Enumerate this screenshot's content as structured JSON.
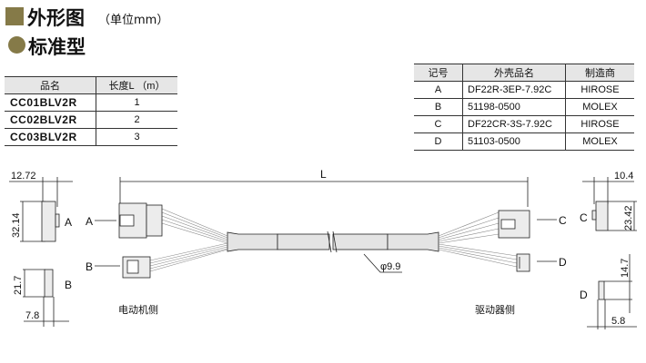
{
  "header": {
    "title": "外形图",
    "unit": "（单位mm）",
    "subtitle": "标准型",
    "accent": "#857a48"
  },
  "length_table": {
    "headers": [
      "品名",
      "长度L （m）"
    ],
    "rows": [
      [
        "CC01BLV2R",
        "1"
      ],
      [
        "CC02BLV2R",
        "2"
      ],
      [
        "CC03BLV2R",
        "3"
      ]
    ]
  },
  "connector_table": {
    "headers": [
      "记号",
      "外壳品名",
      "制造商"
    ],
    "rows": [
      [
        "A",
        "DF22R-3EP-7.92C",
        "HIROSE"
      ],
      [
        "B",
        "51198-0500",
        "MOLEX"
      ],
      [
        "C",
        "DF22CR-3S-7.92C",
        "HIROSE"
      ],
      [
        "D",
        "51103-0500",
        "MOLEX"
      ]
    ]
  },
  "diagram": {
    "length_label": "L",
    "diameter": "φ9.9",
    "motor_side": "电动机侧",
    "driver_side": "驱动器侧",
    "labels": {
      "a": "A",
      "b": "B",
      "c": "C",
      "d": "D"
    },
    "dims": {
      "a_width": "12.72",
      "a_height": "32.14",
      "b_height": "21.7",
      "b_width": "7.8",
      "c_width": "10.4",
      "c_height": "23.42",
      "d_height": "14.7",
      "d_width": "5.8"
    }
  }
}
